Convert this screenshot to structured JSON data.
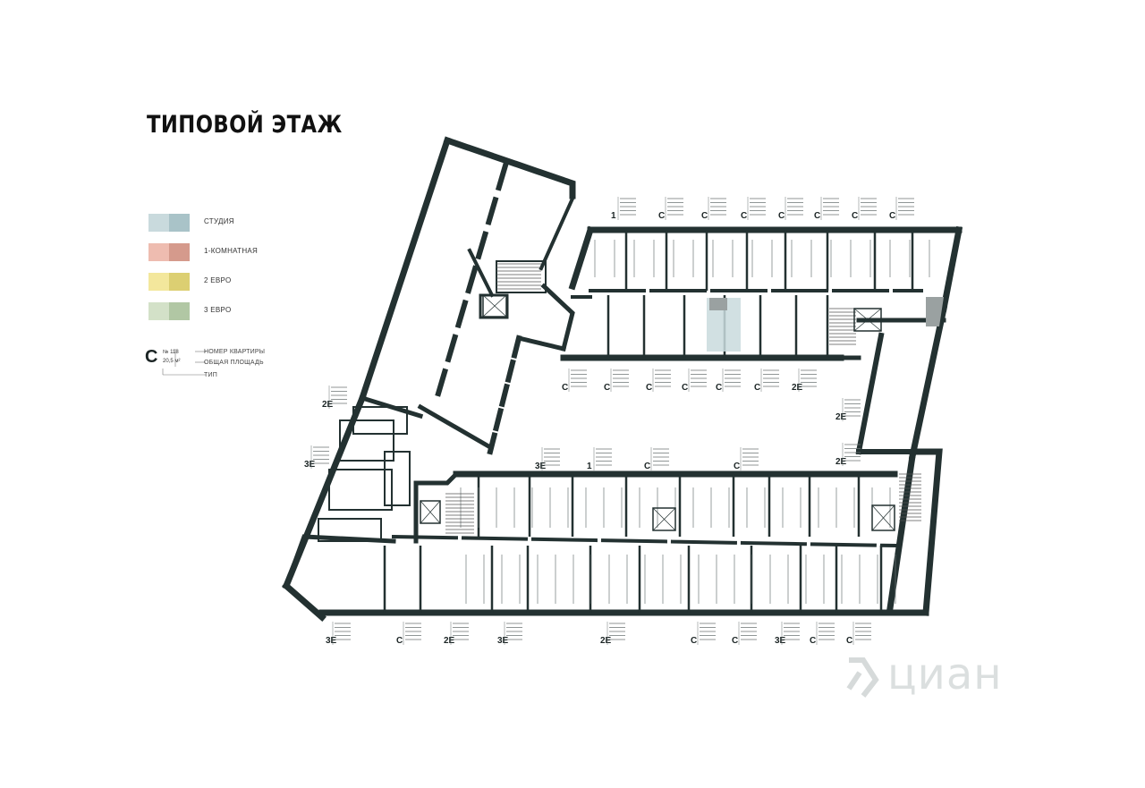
{
  "title": "ТИПОВОЙ ЭТАЖ",
  "legend": [
    {
      "label": "СТУДИЯ",
      "colors": [
        "#c9dadd",
        "#a9c3c8"
      ]
    },
    {
      "label": "1-КОМНАТНАЯ",
      "colors": [
        "#eebcb0",
        "#d59a8c"
      ]
    },
    {
      "label": "2 ЕВРО",
      "colors": [
        "#f3e79c",
        "#dccf72"
      ]
    },
    {
      "label": "3 ЕВРО",
      "colors": [
        "#d3e1c8",
        "#b1c7a4"
      ]
    }
  ],
  "key": {
    "type": "С",
    "number": "№ 118",
    "area": "20,5 м²",
    "number_label": "НОМЕР КВАРТИРЫ",
    "area_label": "ОБЩАЯ ПЛОЩАДЬ",
    "type_label": "ТИП"
  },
  "apartment_types": {
    "top_row": [
      "1",
      "С",
      "С",
      "С",
      "С",
      "С",
      "С",
      "С"
    ],
    "courtyard_north": [
      "С",
      "С",
      "С",
      "С",
      "С",
      "С",
      "2Е"
    ],
    "east_wing": [
      "2Е",
      "2Е"
    ],
    "west_wing": [
      "2Е",
      "3Е"
    ],
    "courtyard_south": [
      "3Е",
      "1",
      "С",
      "С"
    ],
    "bottom_row": [
      "3Е",
      "С",
      "2Е",
      "3Е",
      "2Е",
      "С",
      "С",
      "3Е",
      "С",
      "С"
    ]
  },
  "watermark": "циан",
  "colors": {
    "wall": "#233131",
    "studio": "#c9dadd",
    "core": "#9aa1a1"
  }
}
